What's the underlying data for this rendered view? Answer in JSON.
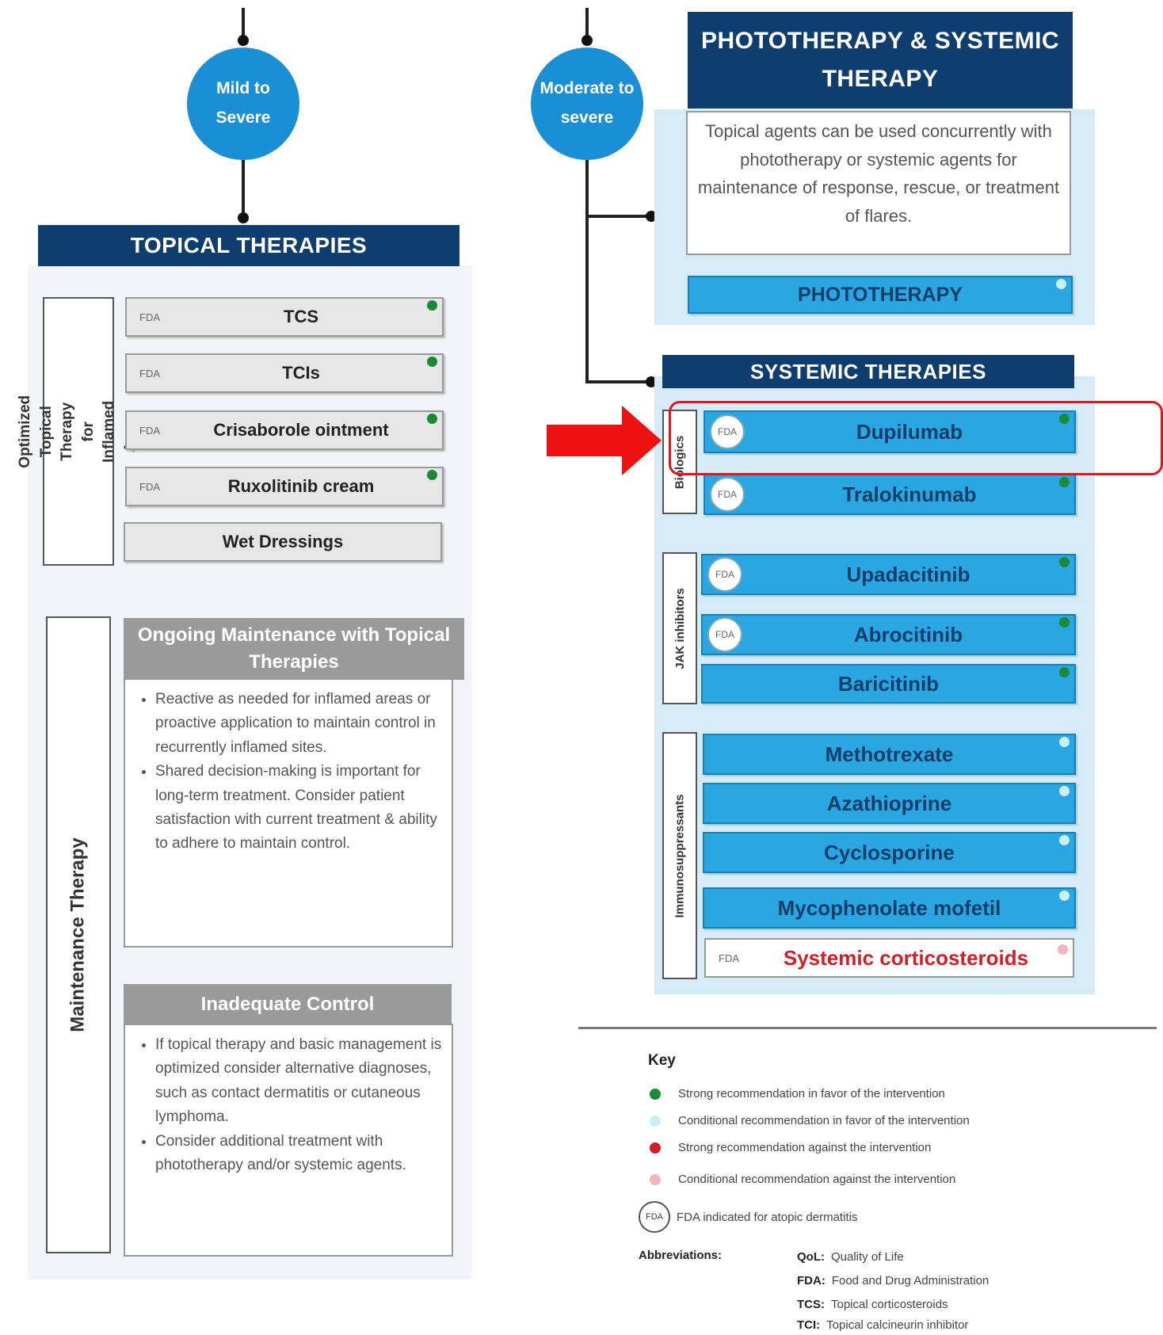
{
  "left": {
    "circle_label": "Mild to Severe",
    "topical_header": "TOPICAL THERAPIES",
    "optimized_label": "Optimized Topical Therapy for Inflamed Areas",
    "topical_items": [
      {
        "fda": "FDA",
        "label": "TCS",
        "indicator": "green"
      },
      {
        "fda": "FDA",
        "label": "TCIs",
        "indicator": "green"
      },
      {
        "fda": "FDA",
        "label": "Crisaborole ointment",
        "indicator": "green"
      },
      {
        "fda": "FDA",
        "label": "Ruxolitinib cream",
        "indicator": "green"
      },
      {
        "fda": "",
        "label": "Wet Dressings",
        "indicator": "none"
      }
    ],
    "maintenance_label": "Maintenance Therapy",
    "ongoing": {
      "title": "Ongoing Maintenance with Topical Therapies",
      "bullets": [
        "Reactive as needed for inflamed areas or proactive application to maintain control in recurrently inflamed sites.",
        "Shared decision-making is important for long-term treatment. Consider patient satisfaction with current treatment & ability to adhere to maintain control."
      ]
    },
    "inadequate": {
      "title": "Inadequate Control",
      "bullets": [
        "If topical therapy and basic management is optimized consider alternative diagnoses, such as contact dermatitis or cutaneous lymphoma.",
        "Consider additional treatment with phototherapy and/or systemic agents."
      ]
    }
  },
  "right": {
    "circle_label": "Moderate to severe",
    "photo_header": "PHOTOTHERAPY & SYSTEMIC THERAPY",
    "photo_note": "Topical agents can be used concurrently with phototherapy or systemic agents for maintenance of response, rescue, or treatment of flares.",
    "phototherapy": {
      "label": "PHOTOTHERAPY",
      "indicator": "lightcyan"
    },
    "systemic_header": "SYSTEMIC THERAPIES",
    "groups": [
      {
        "label": "Biologics",
        "items": [
          {
            "fda": "FDA",
            "label": "Dupilumab",
            "indicator": "green",
            "highlighted": true
          },
          {
            "fda": "FDA",
            "label": "Tralokinumab",
            "indicator": "green"
          }
        ]
      },
      {
        "label": "JAK inhibitors",
        "items": [
          {
            "fda": "FDA",
            "label": "Upadacitinib",
            "indicator": "green"
          },
          {
            "fda": "FDA",
            "label": "Abrocitinib",
            "indicator": "green"
          },
          {
            "fda": "",
            "label": "Baricitinib",
            "indicator": "green"
          }
        ]
      },
      {
        "label": "Immunosuppressants",
        "items": [
          {
            "fda": "",
            "label": "Methotrexate",
            "indicator": "lightcyan"
          },
          {
            "fda": "",
            "label": "Azathioprine",
            "indicator": "lightcyan"
          },
          {
            "fda": "",
            "label": "Cyclosporine",
            "indicator": "lightcyan"
          },
          {
            "fda": "",
            "label": "Mycophenolate mofetil",
            "indicator": "lightcyan"
          },
          {
            "fda": "FDA",
            "label": "Systemic corticosteroids",
            "indicator": "pink"
          }
        ]
      }
    ]
  },
  "key": {
    "title": "Key",
    "entries": [
      {
        "color": "#1a8a3a",
        "text": "Strong recommendation in favor of the intervention"
      },
      {
        "color": "#c8f1f4",
        "text": "Conditional recommendation in favor of the intervention"
      },
      {
        "color": "#d11f2a",
        "text": "Strong recommendation against the intervention"
      },
      {
        "color": "#f2b4bd",
        "text": "Conditional recommendation against the intervention"
      }
    ],
    "fda_icon": "FDA",
    "fda_text": "FDA indicated for atopic dermatitis"
  },
  "abbreviations": {
    "title": "Abbreviations:",
    "items": [
      {
        "abbr": "QoL:",
        "text": "Quality of Life"
      },
      {
        "abbr": "FDA:",
        "text": "Food and Drug Administration"
      },
      {
        "abbr": "TCS:",
        "text": "Topical corticosteroids"
      },
      {
        "abbr": "TCI:",
        "text": "Topical calcineurin inhibitor"
      }
    ]
  },
  "colors": {
    "navy": "#0f3d6e",
    "blue_button": "#2aa6e3",
    "highlight": "#e3141b",
    "strong_for": "#1a8a3a",
    "conditional_for": "#c8f1f4",
    "strong_against": "#d11f2a",
    "conditional_against": "#f2b4bd"
  }
}
